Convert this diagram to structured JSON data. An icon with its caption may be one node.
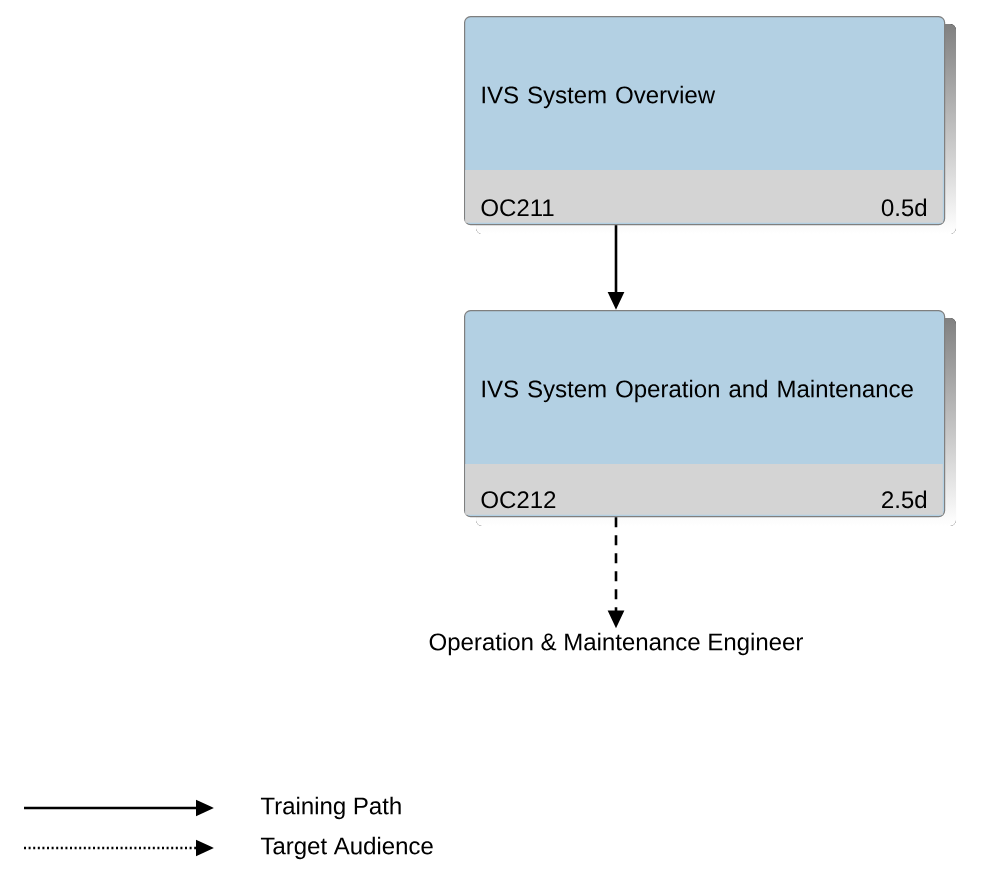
{
  "diagram": {
    "nodes": [
      {
        "text": [
          "IVS System Overview",
          "OC211",
          "0.5d"
        ]
      },
      {
        "text": [
          "IVS System Operation and Maintenance",
          "OC212",
          "2.5d"
        ]
      },
      {
        "text": [
          "Operation & Maintenance Engineer"
        ]
      }
    ],
    "edges": [
      {
        "from": 0,
        "to": 1,
        "arrow": "to"
      },
      {
        "from": 1,
        "to": 2,
        "arrow": "to",
        "style": "dashed"
      }
    ],
    "legend": [
      {
        "text": "Training Path"
      },
      {
        "text": "Target Audience"
      }
    ]
  }
}
